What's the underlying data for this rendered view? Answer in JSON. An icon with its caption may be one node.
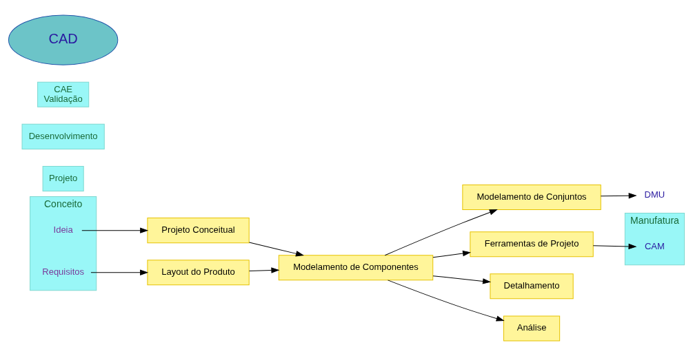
{
  "diagram": {
    "nodes": [
      {
        "text": [
          "Conceito"
        ]
      },
      {
        "text": [
          "Ideia"
        ],
        "in": 0
      },
      {
        "text": [
          "Requisitos"
        ],
        "in": 0
      },
      {
        "text": [
          "Projeto"
        ]
      },
      {
        "text": [
          "Desenvolvimento"
        ]
      },
      {
        "text": [
          "Manufatura"
        ]
      },
      {
        "text": [
          "CAM"
        ],
        "in": 5
      },
      {
        "text": [
          "CAE",
          "Validação"
        ]
      },
      {
        "text": [
          "CAD"
        ]
      },
      {
        "text": [
          "Projeto Conceitual"
        ]
      },
      {
        "text": [
          "Layout do Produto"
        ]
      },
      {
        "text": [
          "Modelamento de Componentes"
        ]
      },
      {
        "text": [
          "Modelamento de Conjuntos"
        ]
      },
      {
        "text": [
          "Ferramentas de Projeto"
        ]
      },
      {
        "text": [
          "Detalhamento"
        ]
      },
      {
        "text": [
          "Análise"
        ]
      },
      {
        "text": [
          "DMU"
        ]
      }
    ],
    "edges": [
      {
        "from": 1,
        "to": 9,
        "arrow": "to"
      },
      {
        "from": 2,
        "to": 10,
        "arrow": "to"
      },
      {
        "from": 9,
        "to": 11,
        "arrow": "to"
      },
      {
        "from": 10,
        "to": 11,
        "arrow": "to"
      },
      {
        "from": 11,
        "to": 13,
        "arrow": "to"
      },
      {
        "from": 11,
        "to": 14,
        "arrow": "to"
      },
      {
        "from": 11,
        "to": 12,
        "arrow": "to"
      },
      {
        "from": 11,
        "to": 15,
        "arrow": "to"
      },
      {
        "from": 13,
        "to": 6,
        "arrow": "to"
      },
      {
        "from": 12,
        "to": 16,
        "arrow": "to"
      }
    ]
  }
}
